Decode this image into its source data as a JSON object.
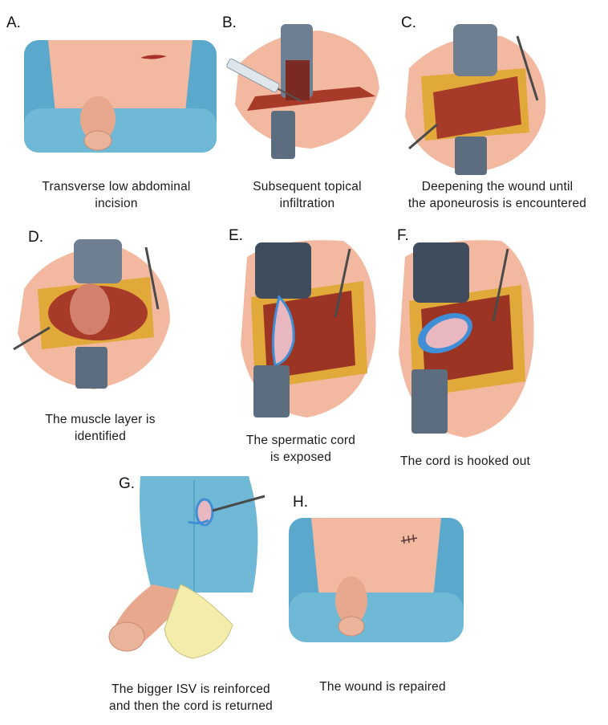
{
  "panels": [
    {
      "letter": "A.",
      "caption": [
        "Transverse low abdominal",
        "incision"
      ]
    },
    {
      "letter": "B.",
      "caption": [
        "Subsequent topical",
        "infiltration"
      ]
    },
    {
      "letter": "C.",
      "caption": [
        "Deepening the wound until",
        "the aponeurosis is encountered"
      ]
    },
    {
      "letter": "D.",
      "caption": [
        "The muscle layer is",
        "identified"
      ]
    },
    {
      "letter": "E.",
      "caption": [
        "The spermatic cord",
        "is exposed"
      ]
    },
    {
      "letter": "F.",
      "caption": [
        "The cord is hooked out"
      ]
    },
    {
      "letter": "G.",
      "caption": [
        "The bigger ISV is reinforced",
        "and then the cord is returned"
      ]
    },
    {
      "letter": "H.",
      "caption": [
        "The wound is repaired"
      ]
    }
  ],
  "colors": {
    "skin": "#f2b9a0",
    "skin_dark": "#e29c83",
    "drape": "#6fb9d6",
    "drape_dark": "#4d9fc2",
    "fat": "#e0a93a",
    "muscle": "#a83a2a",
    "steel": "#6e7f92",
    "cord": "#e8b7bf",
    "hook": "#3f8ed6",
    "glove": "#f3ecaa"
  }
}
